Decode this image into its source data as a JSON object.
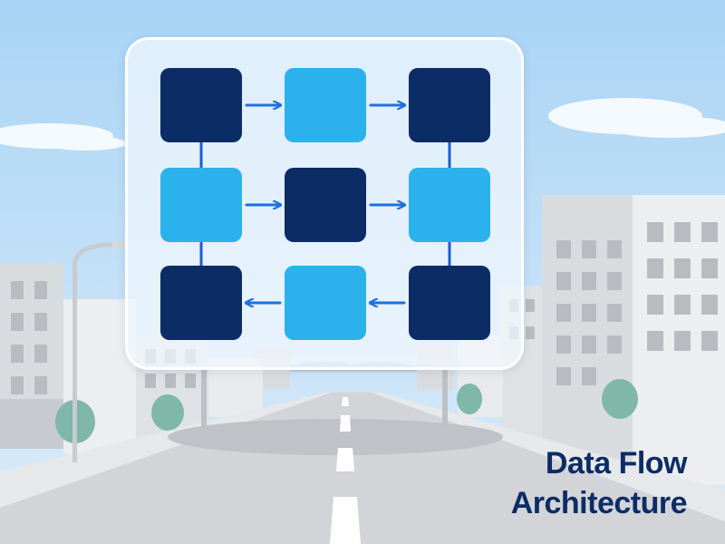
{
  "caption": {
    "line1": "Data Flow",
    "line2": "Architecture"
  },
  "colors": {
    "sky_top": "#a9d4f5",
    "sky_bottom": "#dcecf9",
    "road": "#d2d4d7",
    "building_light": "#eceef0",
    "building_mid": "#d9dcdf",
    "window": "#b8bcc1",
    "tree": "#7fb7a8",
    "node_dark": "#0c2c66",
    "node_light": "#2bb2ed",
    "arrow": "#1f6fe0",
    "connector": "#1a5fd0",
    "caption_text": "#0c2c66"
  },
  "diagram": {
    "nodes": [
      {
        "id": "n1",
        "style": "dark"
      },
      {
        "id": "n2",
        "style": "light"
      },
      {
        "id": "n3",
        "style": "dark"
      },
      {
        "id": "n4",
        "style": "light"
      },
      {
        "id": "n5",
        "style": "dark"
      },
      {
        "id": "n6",
        "style": "light"
      },
      {
        "id": "n7",
        "style": "dark"
      },
      {
        "id": "n8",
        "style": "light"
      },
      {
        "id": "n9",
        "style": "dark"
      }
    ],
    "arrows": [
      {
        "from": "n1",
        "to": "n2",
        "type": "arrow"
      },
      {
        "from": "n2",
        "to": "n3",
        "type": "arrow"
      },
      {
        "from": "n4",
        "to": "n5",
        "type": "arrow"
      },
      {
        "from": "n5",
        "to": "n6",
        "type": "arrow"
      },
      {
        "from": "n9",
        "to": "n8",
        "type": "arrow"
      },
      {
        "from": "n8",
        "to": "n7",
        "type": "arrow"
      },
      {
        "from": "n1",
        "to": "n4",
        "type": "line"
      },
      {
        "from": "n4",
        "to": "n7",
        "type": "line"
      },
      {
        "from": "n3",
        "to": "n6",
        "type": "line"
      },
      {
        "from": "n6",
        "to": "n9",
        "type": "line"
      }
    ]
  }
}
